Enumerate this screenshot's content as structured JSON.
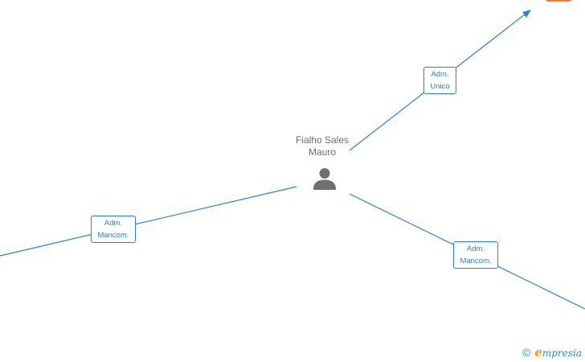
{
  "person": {
    "name_line1": "Fialho Sales",
    "name_line2": "Mauro",
    "icon": "person-icon"
  },
  "relations": [
    {
      "id": "role-unico",
      "line1": "Adm.",
      "line2": "Unico"
    },
    {
      "id": "role-left",
      "line1": "Adm.",
      "line2": "Mancom."
    },
    {
      "id": "role-right",
      "line1": "Adm.",
      "line2": "Mancom."
    }
  ],
  "watermark": {
    "symbol": "©",
    "brand_initial": "e",
    "brand_rest": "mpresia"
  },
  "colors": {
    "edge": "#2f7fd8",
    "person_icon": "#707070",
    "accent_tab": "#f4793f",
    "brand_text": "#2f8fa0",
    "brand_initial": "#e8a11b"
  }
}
